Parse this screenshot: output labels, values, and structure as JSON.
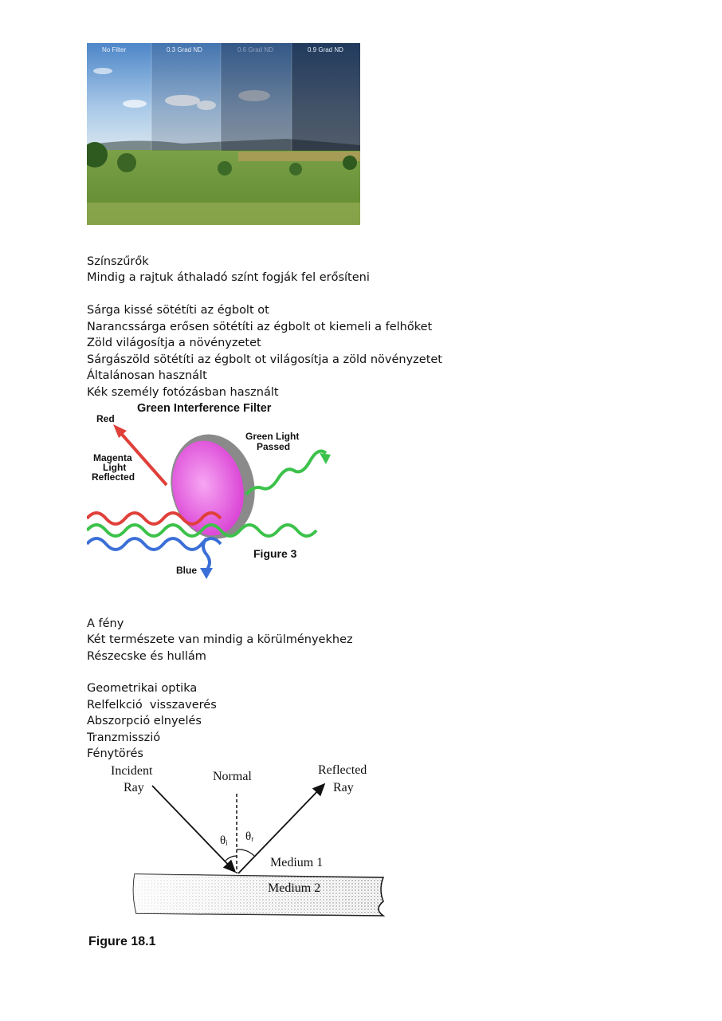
{
  "photo": {
    "labels": [
      "No Filter",
      "0.3 Grad ND",
      "0.6 Grad ND",
      "0.9 Grad ND"
    ]
  },
  "section1": {
    "heading": "Színszűrők",
    "subtitle": "Mindig a rajtuk áthaladó színt fogják fel erősíteni",
    "lines": [
      "Sárga kissé sötétíti az égbolt ot",
      "Narancssárga erősen sötétíti az égbolt ot kiemeli a felhőket",
      "Zöld világosítja a növényzetet",
      "Sárgászöld sötétíti az égbolt ot világosítja a zöld növényzetet",
      "Általánosan használt",
      "Kék személy fotózásban használt"
    ]
  },
  "interference_figure": {
    "title": "Green Interference Filter",
    "red": "Red",
    "magenta_1": "Magenta",
    "magenta_2": "Light",
    "magenta_3": "Reflected",
    "green_1": "Green Light",
    "green_2": "Passed",
    "blue": "Blue",
    "caption": "Figure 3",
    "colors": {
      "red": "#e0403a",
      "green": "#3cc24a",
      "blue": "#3b6fd8",
      "magenta": "#e060e0"
    }
  },
  "section2": {
    "heading": "A fény",
    "line1": "Két természete van mindig a körülményekhez",
    "line2": "Részecske és hullám"
  },
  "section3": {
    "heading": "Geometrikai optika",
    "lines": [
      "Relfelkció  visszaverés",
      "Abszorpció elnyelés",
      "Tranzmisszió",
      "Fénytörés"
    ]
  },
  "reflection_figure": {
    "incident_1": "Incident",
    "incident_2": "Ray",
    "normal": "Normal",
    "reflected_1": "Reflected",
    "reflected_2": "Ray",
    "theta_i": "θᵢ",
    "theta_r": "θᵣ",
    "medium1": "Medium 1",
    "medium2": "Medium 2",
    "caption": "Figure 18.1"
  }
}
